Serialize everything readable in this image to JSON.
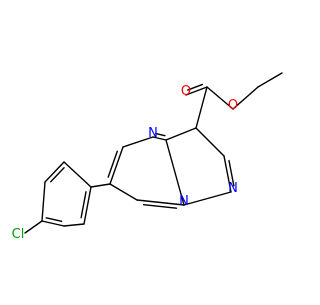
{
  "molecule": {
    "atoms": {
      "o_carbonyl": {
        "label": "O",
        "color": "#ff0000"
      },
      "o_ester": {
        "label": "O",
        "color": "#ff0000"
      },
      "n_pyrimidine": {
        "label": "N",
        "color": "#0000ff"
      },
      "n_pyrazole": {
        "label": "N",
        "color": "#0000ff"
      },
      "n_bridge": {
        "label": "N",
        "color": "#0000ff"
      },
      "cl": {
        "label": "Cl",
        "color": "#00a000"
      }
    },
    "bond_color": "#000000"
  }
}
